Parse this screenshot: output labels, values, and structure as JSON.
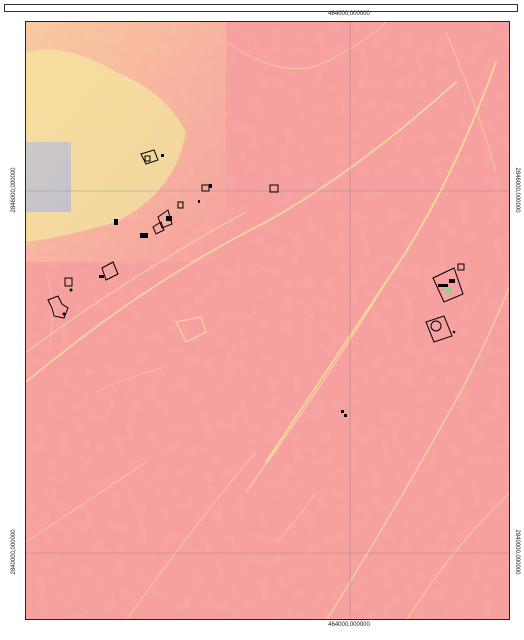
{
  "map": {
    "raster_base_color": "#f6a0a0",
    "low_value_color": "#9aa8f4",
    "mid_value_color": "#f4e79a",
    "feature_outline_color": "#000000",
    "grid_line_color": "#8a8a8a"
  },
  "grid_labels": {
    "easting": "464000,000000",
    "northing_upper": "2846000,000000",
    "northing_lower": "2840000,000000"
  }
}
